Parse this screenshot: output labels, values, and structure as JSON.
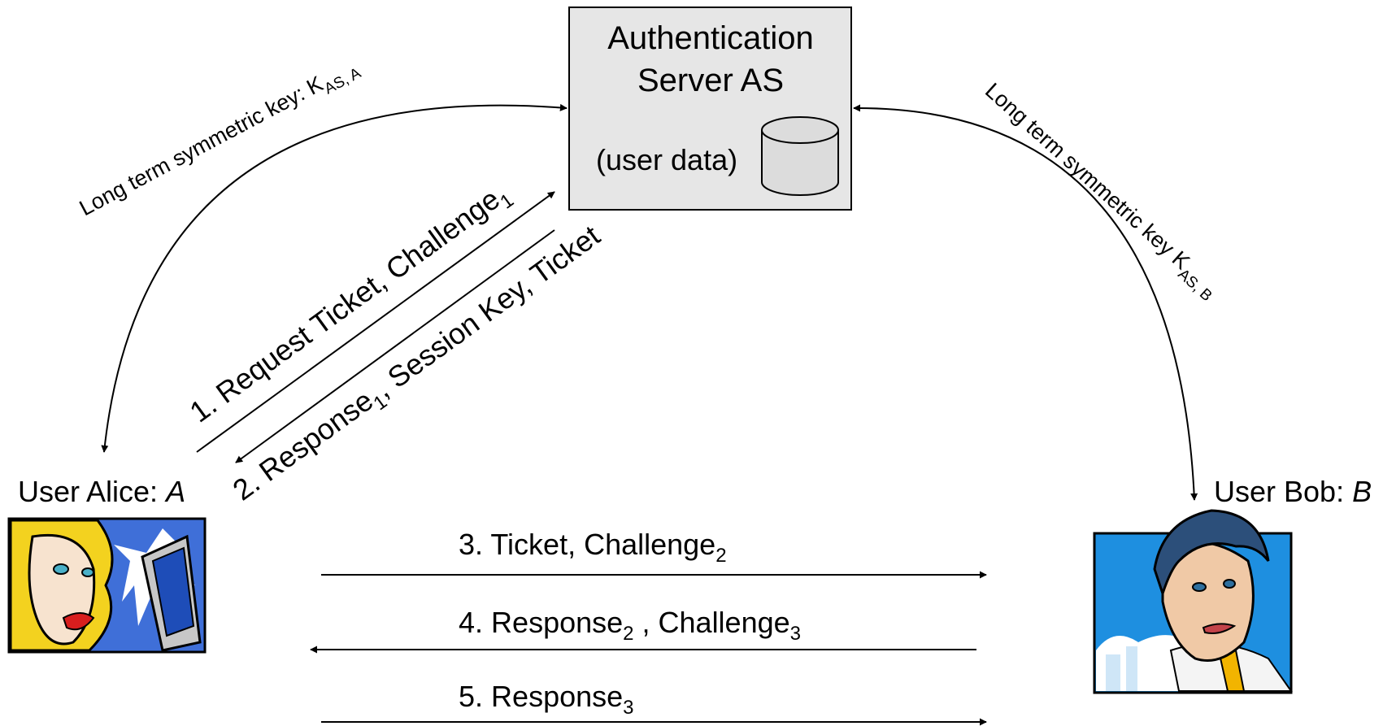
{
  "server": {
    "title_line1": "Authentication",
    "title_line2": "Server AS",
    "user_data_label": "(user data)",
    "database_icon": "database-cylinder-icon"
  },
  "users": {
    "alice": {
      "label": "User Alice: ",
      "name": "A",
      "avatar_icon": "woman-at-computer-illustration"
    },
    "bob": {
      "label": "User Bob: ",
      "name": "B",
      "avatar_icon": "businessman-illustration"
    }
  },
  "keys": {
    "alice": {
      "text": "Long term symmetric key: K",
      "subscript": "AS, A"
    },
    "bob": {
      "text": "Long term symmetric key K",
      "subscript": "AS, B"
    }
  },
  "messages": [
    {
      "number": "1.",
      "text": "Request Ticket, Challenge",
      "subscript": "1",
      "suffix": ""
    },
    {
      "number": "2.",
      "text": "Response",
      "subscript": "1",
      "suffix": ", Session Key, Ticket"
    },
    {
      "number": "3.",
      "text": "Ticket, Challenge",
      "subscript": "2",
      "suffix": ""
    },
    {
      "number": "4.",
      "text": "Response",
      "subscript": "2",
      "suffix": " , Challenge",
      "subscript2": "3"
    },
    {
      "number": "5.",
      "text": "Response",
      "subscript": "3",
      "suffix": ""
    }
  ],
  "colors": {
    "server_fill": "#e6e6e6",
    "line": "#000000",
    "alice_hair": "#f3d21f",
    "alice_bg": "#3f6fd8",
    "bob_bg": "#1e8fe0",
    "bob_hair": "#2c4f7a"
  }
}
